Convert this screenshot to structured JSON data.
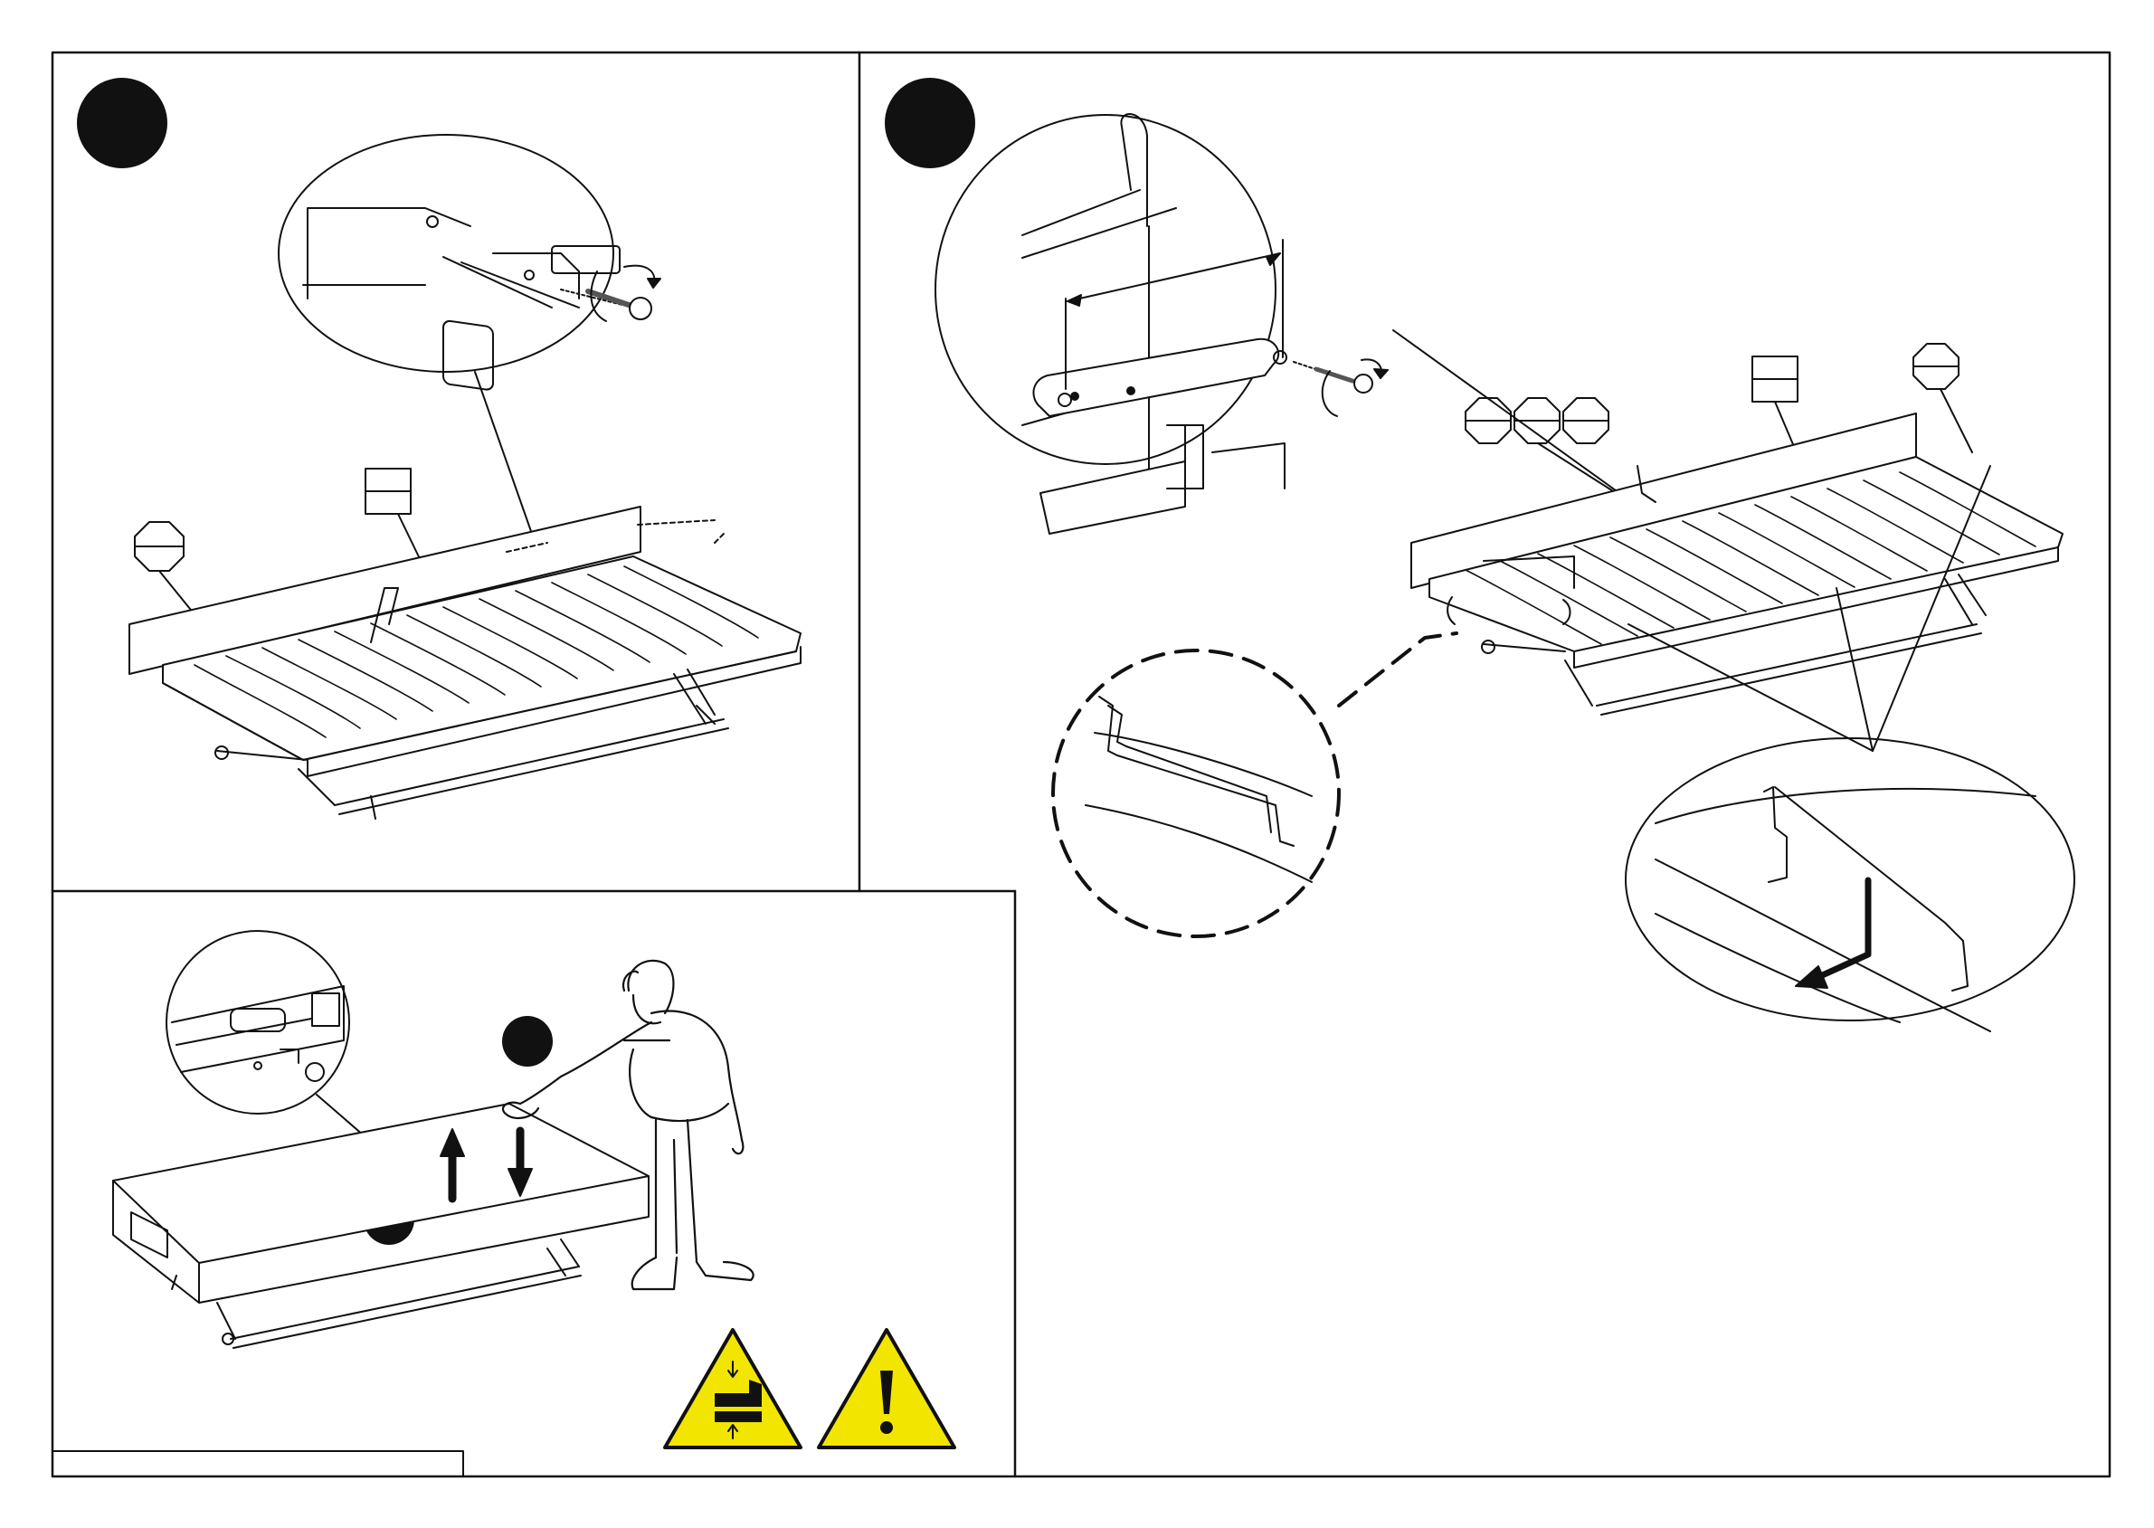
{
  "document": {
    "type": "assembly-instruction-page",
    "panels": [
      {
        "id": "panel-a",
        "step_label": "",
        "description_text": ""
      },
      {
        "id": "panel-b",
        "step_label": "",
        "description_text": ""
      },
      {
        "id": "panel-c",
        "step_label": "",
        "description_text": ""
      }
    ],
    "footer_box_text": ""
  },
  "colors": {
    "line": "#111111",
    "badge": "#111111",
    "warning_yellow": "#F2E500",
    "background": "#ffffff"
  },
  "icons": [
    "rotate-arrow-icon",
    "warning-crush-hand-icon",
    "warning-exclamation-icon",
    "arrow-up-icon",
    "arrow-down-icon",
    "hardware-octagon-icon",
    "hardware-square-icon"
  ]
}
